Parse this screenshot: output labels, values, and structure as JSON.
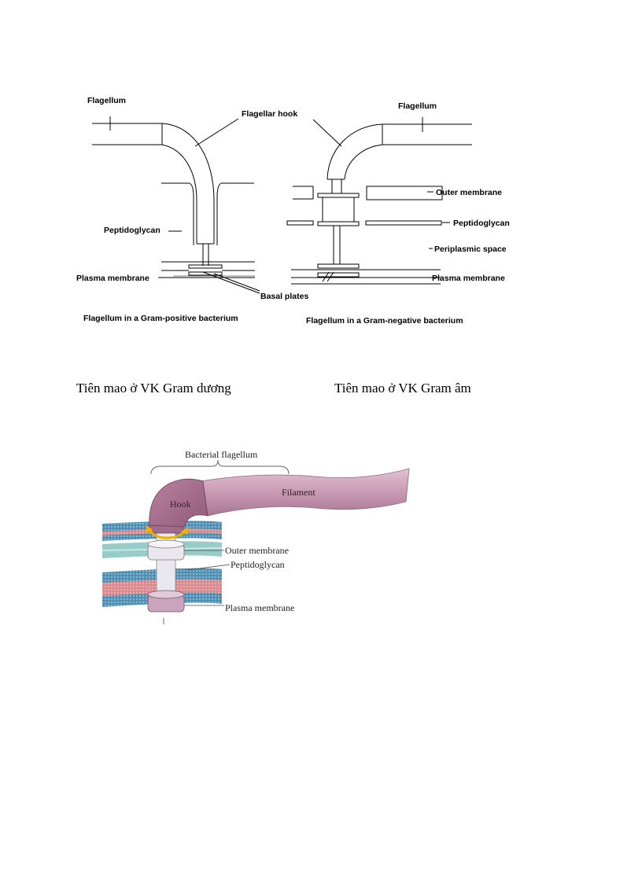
{
  "diagram_top": {
    "left": {
      "labels": {
        "flagellum": "Flagellum",
        "flagellar_hook": "Flagellar hook",
        "peptidoglycan": "Peptidoglycan",
        "plasma_membrane": "Plasma membrane",
        "basal_plates": "Basal plates"
      },
      "caption": "Flagellum in a Gram-positive bacterium"
    },
    "right": {
      "labels": {
        "flagellum": "Flagellum",
        "outer_membrane": "Outer membrane",
        "peptidoglycan": "Peptidoglycan",
        "periplasmic_space": "Periplasmic space",
        "plasma_membrane": "Plasma membrane"
      },
      "caption": "Flagellum in a Gram-negative bacterium"
    }
  },
  "captions_vi": {
    "left": "Tiên mao ở VK Gram dương",
    "right": "Tiên mao ở VK Gram âm"
  },
  "diagram_bottom": {
    "labels": {
      "bacterial_flagellum": "Bacterial flagellum",
      "hook": "Hook",
      "filament": "Filament",
      "outer_membrane": "Outer membrane",
      "peptidoglycan": "Peptidoglycan",
      "plasma_membrane": "Plasma membrane"
    },
    "colors": {
      "flagellum": "#c99ab3",
      "membrane_blue": "#4f8fb3",
      "membrane_pink": "#d98b8f",
      "peptidoglycan": "#8cc7c3",
      "rotation_arrow": "#f0b000"
    }
  }
}
